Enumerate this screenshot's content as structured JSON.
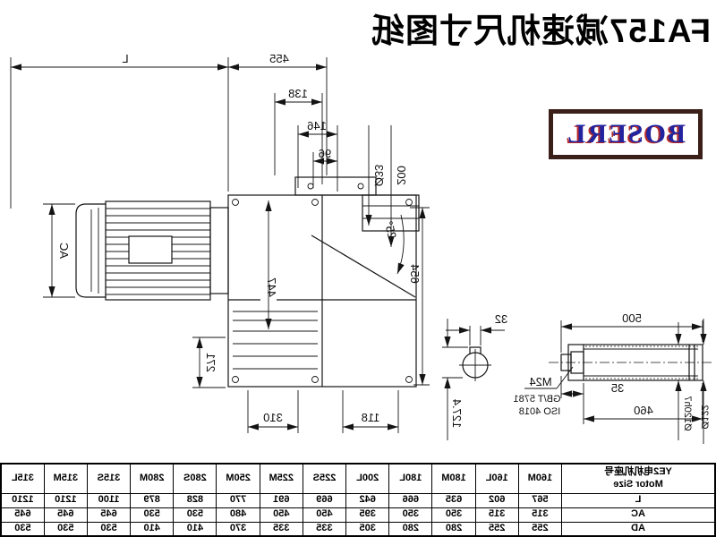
{
  "title": "FA157减速机尺寸图纸",
  "logo": {
    "text": "BOSERL"
  },
  "colors": {
    "line": "#141414",
    "logo_border": "#3a2018",
    "logo_text": "#22249f",
    "logo_shadow": "#b92b27"
  },
  "drawing": {
    "dims": {
      "motor_length": "L",
      "case_length": "455",
      "d138": "138",
      "d146": "146",
      "d96": "96",
      "shaft_dia": "Ø33",
      "d200": "200",
      "angle": "25°",
      "height": "654",
      "motor_dia": "AC",
      "d447": "447",
      "d271": "271",
      "d310": "310",
      "d118": "118",
      "bore_depth": "127.4",
      "key_width": "32",
      "rod_length": "500",
      "rod_sub_length": "460",
      "d35": "35",
      "bolt_thread": "M24",
      "bolt_std1": "GB/T 5781",
      "bolt_std2": "ISO 4018",
      "seat_dia": "Ø120h7",
      "outer_dia": "Ø122"
    }
  },
  "table": {
    "header_line1": "YE2电机机座号",
    "header_line2": "Motor Size",
    "columns": [
      "160M",
      "160L",
      "180M",
      "180L",
      "200L",
      "225S",
      "225M",
      "250M",
      "280S",
      "280M",
      "315S",
      "315M",
      "315L"
    ],
    "rows": [
      {
        "label": "L",
        "values": [
          "567",
          "602",
          "635",
          "666",
          "642",
          "669",
          "691",
          "770",
          "828",
          "879",
          "1100",
          "1210",
          "1210"
        ]
      },
      {
        "label": "AC",
        "values": [
          "315",
          "315",
          "350",
          "350",
          "395",
          "450",
          "450",
          "480",
          "530",
          "530",
          "645",
          "645",
          "645"
        ]
      },
      {
        "label": "AD",
        "values": [
          "255",
          "255",
          "280",
          "280",
          "305",
          "335",
          "335",
          "370",
          "410",
          "410",
          "530",
          "530",
          "530"
        ]
      }
    ]
  }
}
